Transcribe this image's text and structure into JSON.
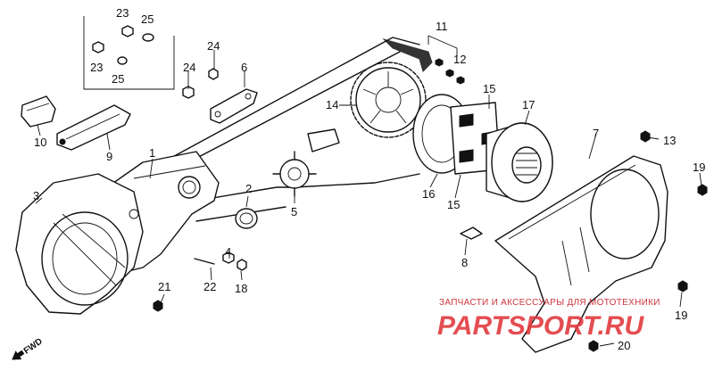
{
  "diagram": {
    "part_labels": [
      "1",
      "2",
      "3",
      "4",
      "5",
      "6",
      "7",
      "8",
      "9",
      "10",
      "11",
      "12",
      "13",
      "14",
      "15",
      "15",
      "16",
      "17",
      "18",
      "19",
      "19",
      "20",
      "21",
      "22",
      "23",
      "23",
      "24",
      "24",
      "25",
      "25"
    ],
    "direction_label": "FWD",
    "watermark": {
      "caption": "ЗАПЧАСТИ И АКСЕССУАРЫ ДЛЯ МОТОТЕХНИКИ",
      "brand": "PARTSPORT.RU"
    },
    "colors": {
      "line": "#111111",
      "background": "#ffffff",
      "watermark": "#e23a3f"
    }
  }
}
